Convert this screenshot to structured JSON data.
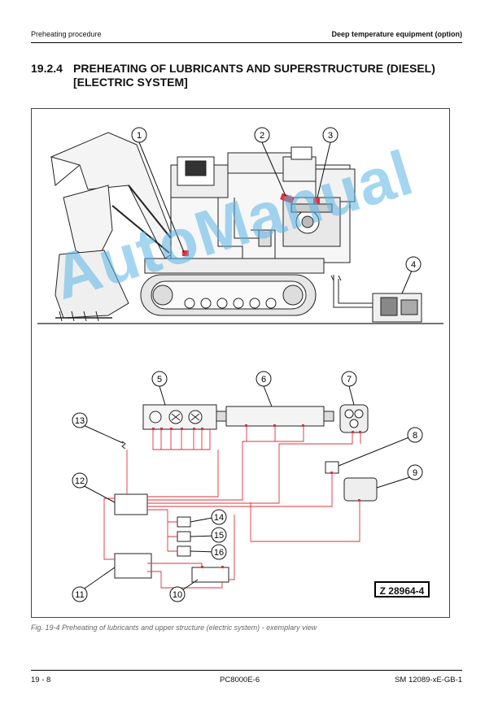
{
  "header": {
    "left": "Preheating procedure",
    "right": "Deep temperature equipment (option)"
  },
  "section": {
    "number": "19.2.4",
    "title": "PREHEATING OF LUBRICANTS AND SUPERSTRUCTURE (DIESEL) [ELECTRIC SYSTEM]"
  },
  "figure": {
    "reference": "Z 28964-4",
    "callouts": [
      "1",
      "2",
      "3",
      "4",
      "5",
      "6",
      "7",
      "8",
      "9",
      "10",
      "11",
      "12",
      "13",
      "14",
      "15",
      "16"
    ],
    "caption": "Fig. 19-4   Preheating of lubricants and upper structure (electric system) - exemplary view",
    "colors": {
      "wiring": "#e0323a",
      "drawing": "#222222",
      "watermark": "#5ab4e6"
    }
  },
  "watermark": "AutoManual",
  "footer": {
    "left": "19  - 8",
    "center": "PC8000E-6",
    "right": "SM 12089-xE-GB-1"
  }
}
